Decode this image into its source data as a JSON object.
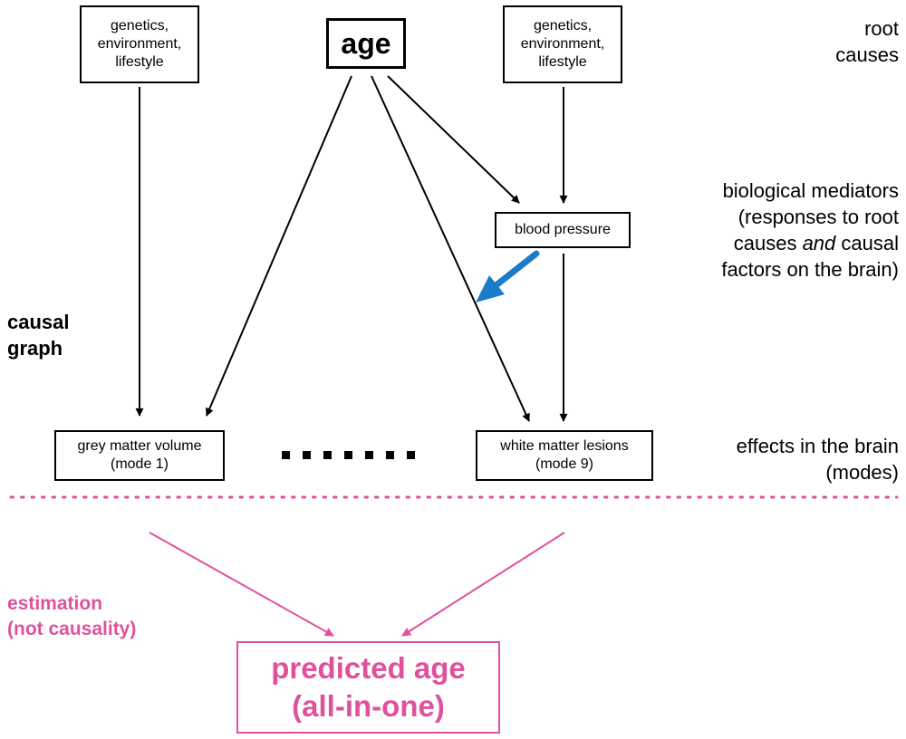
{
  "nodes": {
    "root_left": {
      "lines": [
        "genetics,",
        "environment,",
        "lifestyle"
      ]
    },
    "age": {
      "label": "age"
    },
    "root_right": {
      "lines": [
        "genetics,",
        "environment,",
        "lifestyle"
      ]
    },
    "blood_pressure": {
      "label": "blood pressure"
    },
    "grey_matter": {
      "lines": [
        "grey matter volume",
        "(mode 1)"
      ]
    },
    "white_matter": {
      "lines": [
        "white matter lesions",
        "(mode 9)"
      ]
    },
    "predicted_age": {
      "lines": [
        "predicted age",
        "(all-in-one)"
      ]
    }
  },
  "side_labels": {
    "root_causes": [
      "root",
      "causes"
    ],
    "biological_mediators": {
      "line1": "biological mediators",
      "line2": "(responses to root",
      "line3_pre": "causes ",
      "line3_em": "and",
      "line3_post": " causal",
      "line4": "factors on the brain)"
    },
    "effects": [
      "effects in the brain",
      "(modes)"
    ],
    "causal_graph": [
      "causal",
      "graph"
    ],
    "estimation": [
      "estimation",
      "(not causality)"
    ]
  },
  "colors": {
    "causal": "#000000",
    "estimation": "#e0519c",
    "highlight_arrow": "#1a7cc9"
  },
  "ellipsis_count": 7
}
